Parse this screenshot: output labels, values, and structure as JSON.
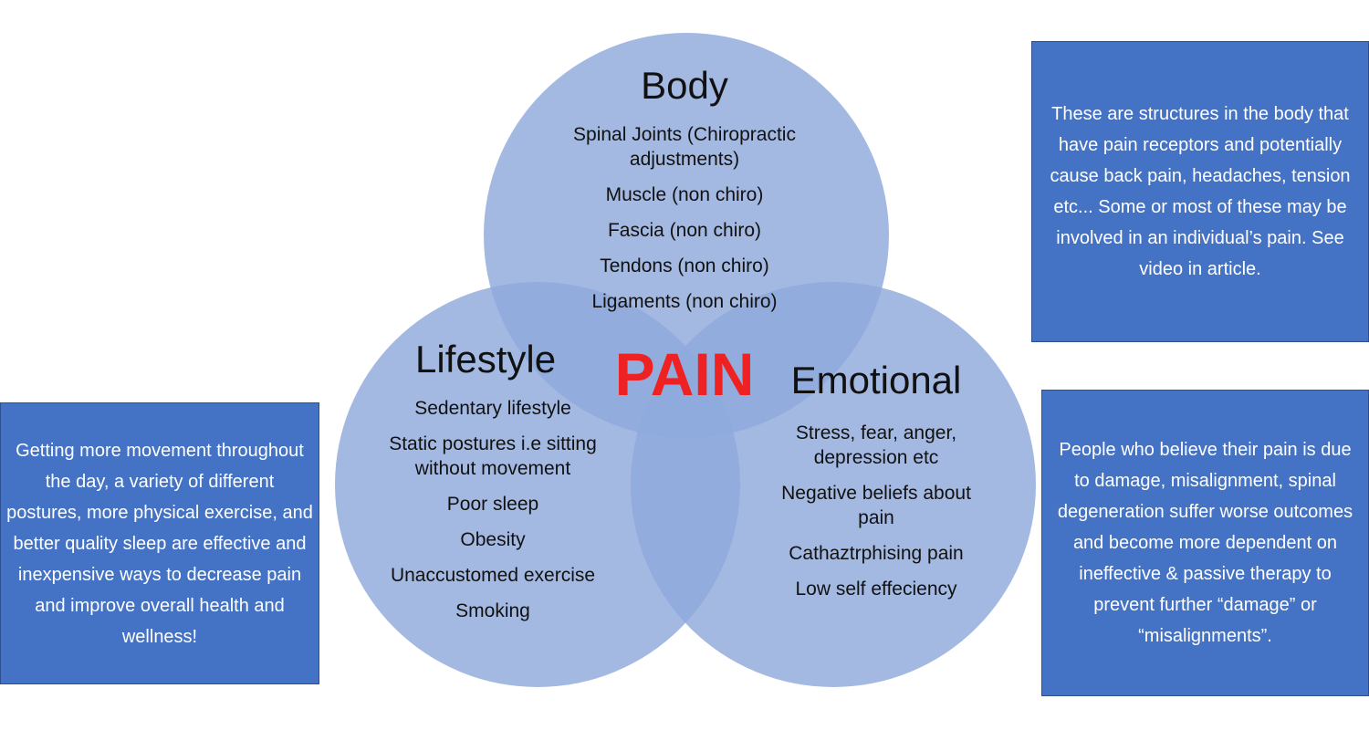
{
  "colors": {
    "circle_fill": "#8faadc",
    "note_fill": "#4472c4",
    "pain_red": "#ee2222"
  },
  "diagram": {
    "center_label": "PAIN",
    "circles": {
      "body": {
        "heading": "Body",
        "items": [
          "Spinal Joints (Chiropractic adjustments)",
          "Muscle (non chiro)",
          "Fascia (non chiro)",
          "Tendons (non chiro)",
          "Ligaments (non chiro)"
        ]
      },
      "lifestyle": {
        "heading": "Lifestyle",
        "items": [
          "Sedentary lifestyle",
          "Static postures i.e sitting without movement",
          "Poor sleep",
          "Obesity",
          "Unaccustomed exercise",
          "Smoking"
        ]
      },
      "emotional": {
        "heading": "Emotional",
        "items": [
          "Stress, fear, anger, depression etc",
          "Negative beliefs about pain",
          "Cathaztrphising pain",
          "Low self effeciency"
        ]
      }
    }
  },
  "notes": {
    "body": "These are structures in the body that have pain receptors and potentially cause back pain, headaches, tension etc... Some or most of these may be involved in an individual’s pain.  See video in article.",
    "lifestyle": "Getting more movement throughout the day, a variety of different postures, more physical exercise, and better quality sleep are effective and inexpensive ways to decrease pain and improve overall health and wellness!",
    "emotional": "People who believe their pain is due to damage, misalignment, spinal degeneration suffer worse outcomes and become more dependent on ineffective & passive therapy to prevent further “damage” or “misalignments”."
  }
}
